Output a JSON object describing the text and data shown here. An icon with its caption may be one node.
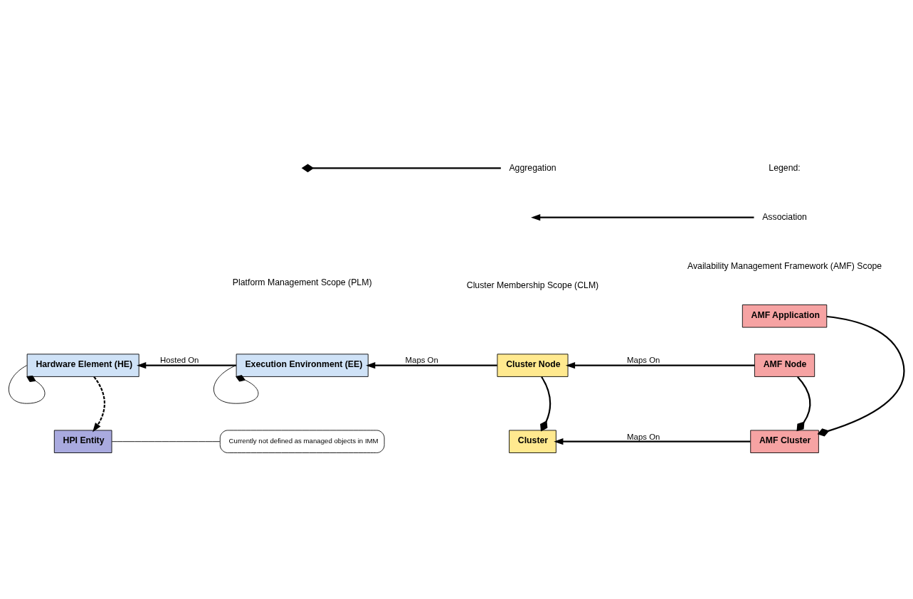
{
  "diagram": {
    "nodes": [
      {
        "text": [
          "Hardware Element (HE)"
        ]
      },
      {
        "text": [
          "Execution Environment (EE)"
        ]
      },
      {
        "text": [
          "Cluster Node"
        ]
      },
      {
        "text": [
          "Cluster"
        ]
      },
      {
        "text": [
          "AMF Application"
        ]
      },
      {
        "text": [
          "AMF Cluster"
        ]
      },
      {
        "text": [
          "AMF Node"
        ]
      },
      {
        "text": [
          "HPI Entity"
        ]
      },
      {
        "text": [
          "Currently not defined as managed objects in IMM"
        ]
      }
    ],
    "edges": [
      {
        "from": 1,
        "to": 0,
        "arrow": "to",
        "label": "Hosted On"
      },
      {
        "from": 2,
        "to": 1,
        "arrow": "to",
        "label": "Maps On"
      },
      {
        "from": 6,
        "to": 2,
        "arrow": "to",
        "label": "Maps On"
      },
      {
        "from": 5,
        "to": 3,
        "arrow": "to",
        "label": "Maps On"
      },
      {
        "from": 4,
        "to": 5,
        "arrow": "other"
      },
      {
        "from": 2,
        "to": 3,
        "arrow": "other"
      },
      {
        "from": 6,
        "to": 5,
        "arrow": "other"
      },
      {
        "from": 0,
        "to": 0,
        "arrow": "other"
      },
      {
        "from": 1,
        "to": 1,
        "arrow": "other"
      },
      {
        "from": 0,
        "to": 7,
        "arrow": "to",
        "style": "dashed"
      },
      {
        "from": 8,
        "to": 7,
        "arrow": "none"
      }
    ],
    "labels": [
      "Availability Management Framework (AMF) Scope",
      "Cluster Membership Scope (CLM)",
      "Platform Management Scope (PLM)",
      "Legend:"
    ],
    "legend": [
      {
        "text": "Aggregation"
      },
      {
        "text": "Association"
      }
    ]
  }
}
